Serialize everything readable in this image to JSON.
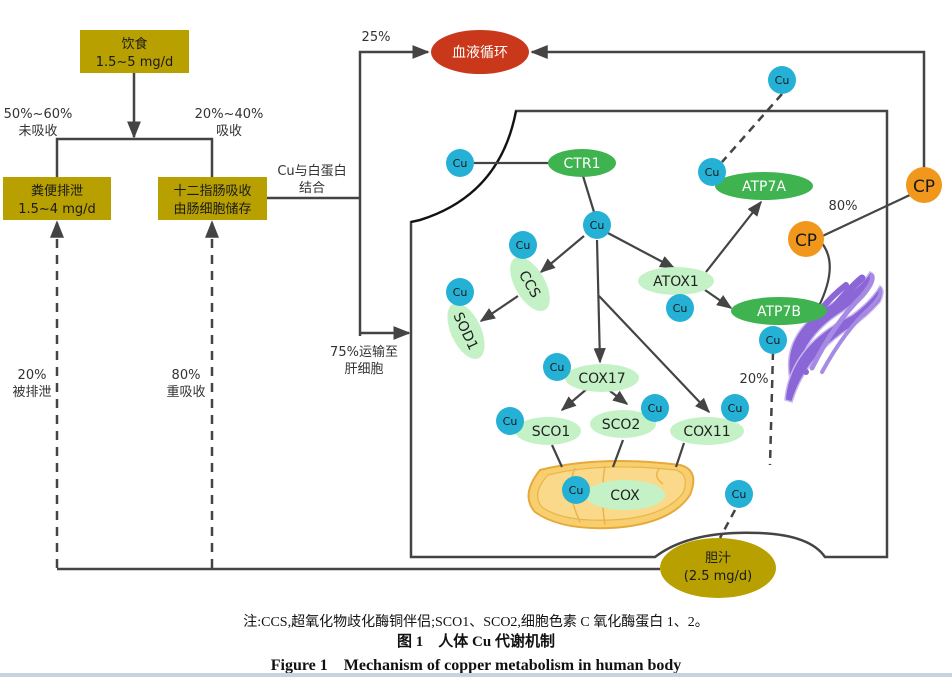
{
  "colors": {
    "olive": "#b8a000",
    "blood": "#c9381a",
    "cu": "#25b0d6",
    "protein_dark": "#3fb34f",
    "protein_light": "#c4f2c6",
    "cp": "#f0971c",
    "golgi": "#8a66d6",
    "mito": "#f7cf6e",
    "line": "#444444"
  },
  "boxes": {
    "diet": {
      "line1": "饮食",
      "line2": "1.5~5 mg/d"
    },
    "feces": {
      "line1": "粪便排泄",
      "line2": "1.5~4 mg/d"
    },
    "duodenum": {
      "line1": "十二指肠吸收",
      "line2": "由肠细胞储存"
    }
  },
  "labels": {
    "unabsorbed_pct": "50%~60%",
    "unabsorbed": "未吸收",
    "absorbed_pct": "20%~40%",
    "absorbed": "吸收",
    "albumin_1": "Cu与白蛋白",
    "albumin_2": "结合",
    "blood_pct": "25%",
    "liver_1": "75%运输至",
    "liver_2": "肝细胞",
    "excreted_pct": "20%",
    "excreted": "被排泄",
    "reabsorbed_pct": "80%",
    "reabsorbed": "重吸收",
    "cp_pct": "80%",
    "bile_pct": "20%"
  },
  "nodes": {
    "blood": "血液循环",
    "bile_1": "胆汁",
    "bile_2": "(2.5 mg/d)",
    "cu": "Cu",
    "cp": "CP",
    "ctr1": "CTR1",
    "atp7a": "ATP7A",
    "atp7b": "ATP7B",
    "atox1": "ATOX1",
    "ccs": "CCS",
    "sod1": "SOD1",
    "cox17": "COX17",
    "sco1": "SCO1",
    "sco2": "SCO2",
    "cox11": "COX11",
    "cox": "COX"
  },
  "caption": {
    "note": "注:CCS,超氧化物歧化酶铜伴侣;SCO1、SCO2,细胞色素 C 氧化酶蛋白 1、2。",
    "title_cn": "图 1　人体 Cu 代谢机制",
    "title_en": "Figure 1　Mechanism of copper metabolism in human body"
  }
}
